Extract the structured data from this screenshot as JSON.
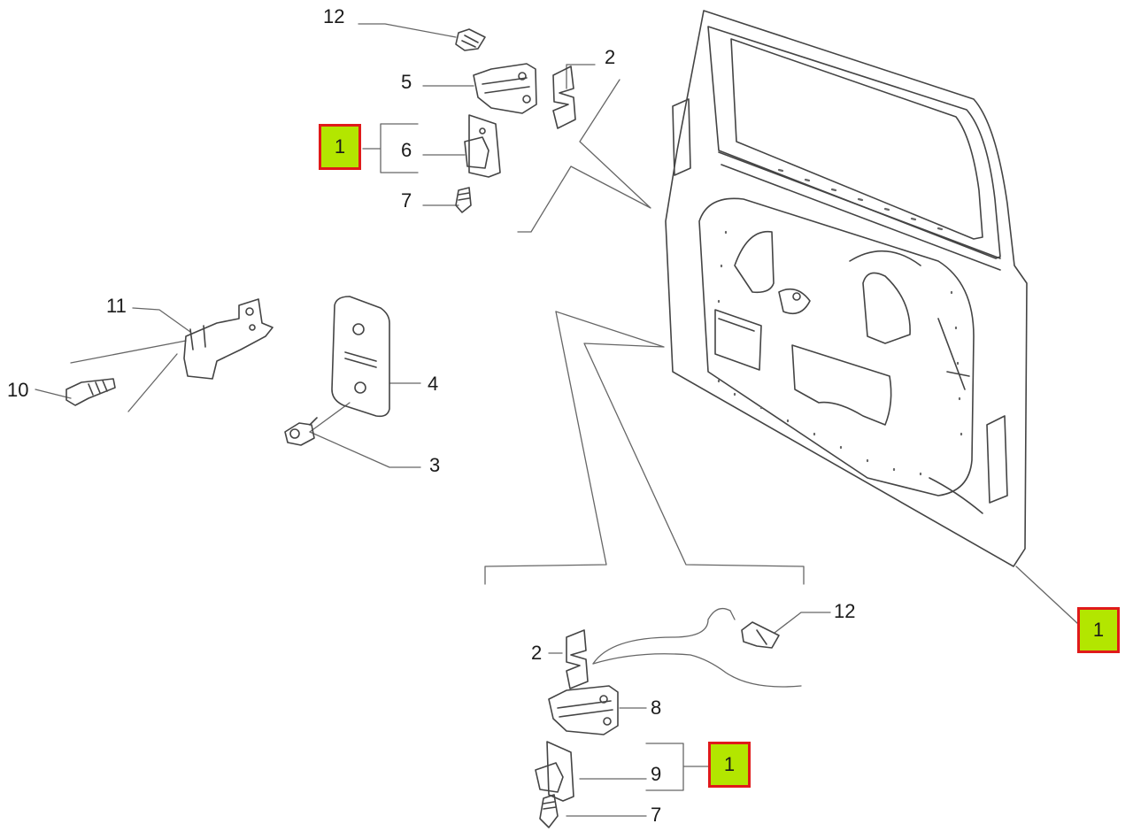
{
  "colors": {
    "highlight_fill": "#b3e600",
    "highlight_border": "#e01a1a",
    "line": "#555555",
    "text": "#1a1a1a"
  },
  "labels": {
    "l12_top": "12",
    "l5": "5",
    "l2_top": "2",
    "l6": "6",
    "l7_top": "7",
    "l11": "11",
    "l10": "10",
    "l4": "4",
    "l3": "3",
    "l12_bottom": "12",
    "l2_bottom": "2",
    "l8": "8",
    "l9": "9",
    "l7_bottom": "7"
  },
  "highlights": {
    "h1_upper": "1",
    "h1_right": "1",
    "h1_lower": "1"
  }
}
